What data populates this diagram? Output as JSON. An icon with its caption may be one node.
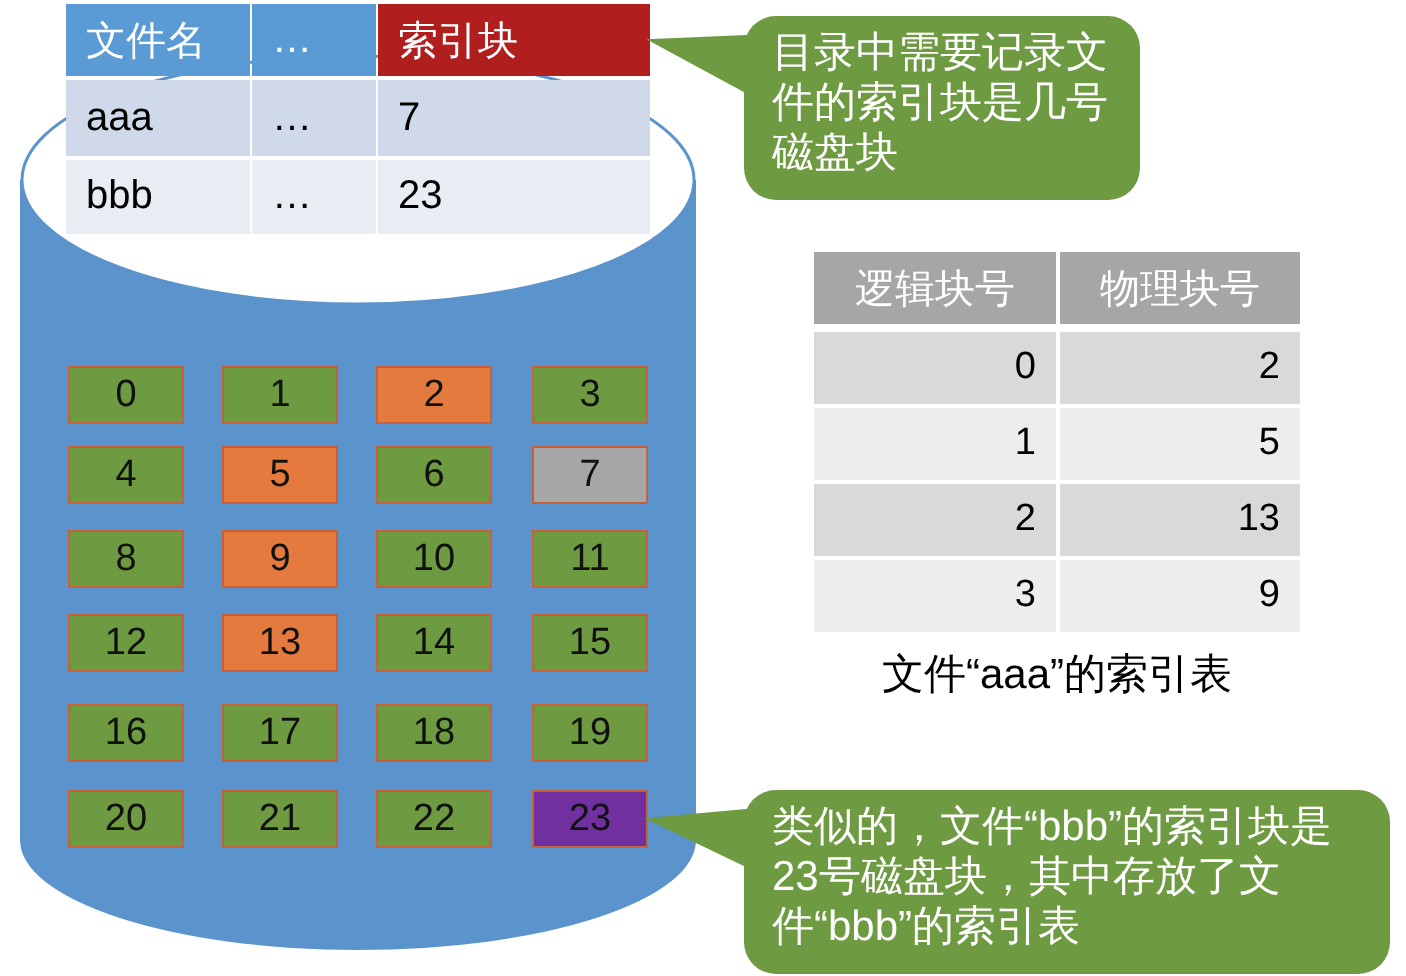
{
  "diagram": {
    "nodes": [
      {
        "text": [
          "索引块"
        ]
      },
      {
        "text": [
          "目录中需要记录文件的索引块是几号磁盘块"
        ]
      },
      {
        "text": [],
        "shape": "cylinder"
      },
      {
        "text": [
          "0"
        ],
        "in": 2
      },
      {
        "text": [
          "1"
        ],
        "in": 2
      },
      {
        "text": [
          "2"
        ],
        "in": 2
      },
      {
        "text": [
          "3"
        ],
        "in": 2
      },
      {
        "text": [
          "4"
        ],
        "in": 2
      },
      {
        "text": [
          "5"
        ],
        "in": 2
      },
      {
        "text": [
          "6"
        ],
        "in": 2
      },
      {
        "text": [
          "7"
        ],
        "in": 2
      },
      {
        "text": [
          "8"
        ],
        "in": 2
      },
      {
        "text": [
          "9"
        ],
        "in": 2
      },
      {
        "text": [
          "10"
        ],
        "in": 2
      },
      {
        "text": [
          "11"
        ],
        "in": 2
      },
      {
        "text": [
          "12"
        ],
        "in": 2
      },
      {
        "text": [
          "13"
        ],
        "in": 2
      },
      {
        "text": [
          "14"
        ],
        "in": 2
      },
      {
        "text": [
          "15"
        ],
        "in": 2
      },
      {
        "text": [
          "16"
        ],
        "in": 2
      },
      {
        "text": [
          "17"
        ],
        "in": 2
      },
      {
        "text": [
          "18"
        ],
        "in": 2
      },
      {
        "text": [
          "19"
        ],
        "in": 2
      },
      {
        "text": [
          "20"
        ],
        "in": 2
      },
      {
        "text": [
          "21"
        ],
        "in": 2
      },
      {
        "text": [
          "22"
        ],
        "in": 2
      },
      {
        "text": [
          "23"
        ],
        "in": 2
      },
      {
        "text": [
          "类似的，文件“bbb”的索引块是23号磁盘块，其中存放了文件“bbb”的索引表"
        ]
      }
    ],
    "edges": [
      {
        "from": 1,
        "to": 0,
        "arrow": "to"
      },
      {
        "from": 27,
        "to": 26,
        "arrow": "to"
      }
    ],
    "labels": [
      "文件名",
      "…",
      "aaa",
      "…",
      "7",
      "bbb",
      "…",
      "23",
      "逻辑块号",
      "物理块号",
      "0",
      "2",
      "1",
      "5",
      "2",
      "13",
      "3",
      "9",
      "文件“aaa”的索引表"
    ]
  }
}
